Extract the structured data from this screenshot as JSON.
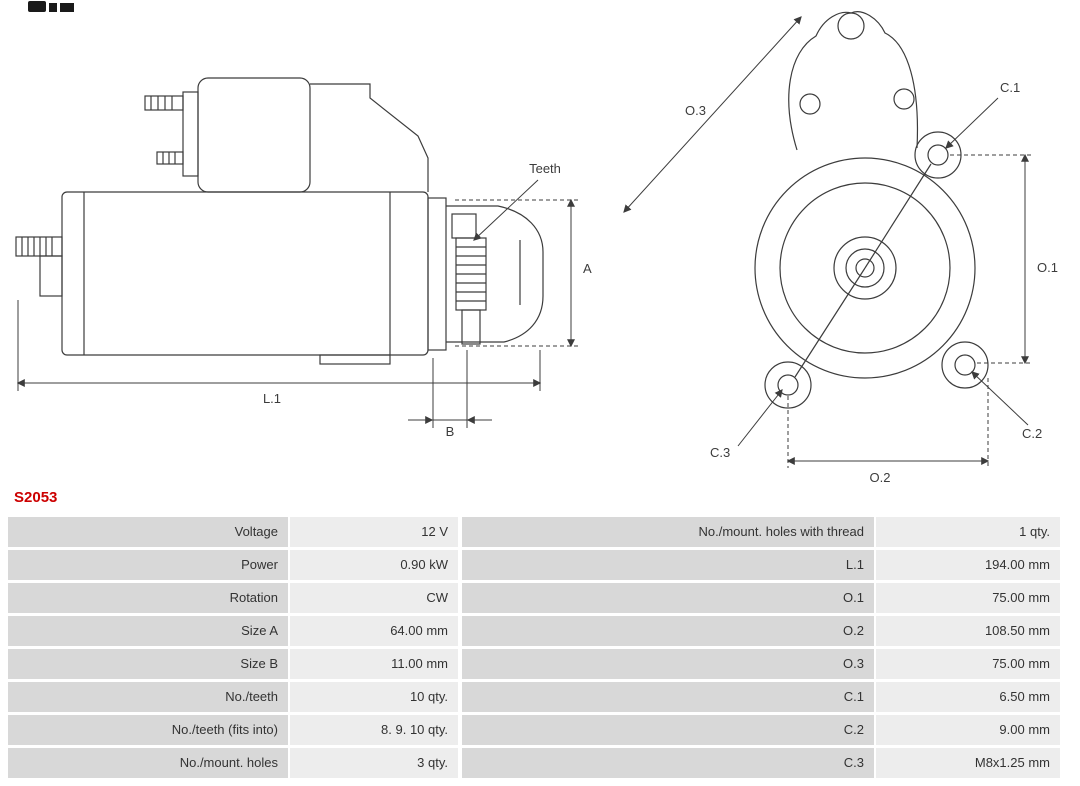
{
  "part_number": "S2053",
  "diagram": {
    "labels": {
      "teeth": "Teeth",
      "a": "A",
      "b": "B",
      "l1": "L.1",
      "o1": "O.1",
      "o2": "O.2",
      "o3": "O.3",
      "c1": "C.1",
      "c2": "C.2",
      "c3": "C.3"
    }
  },
  "spec_table": {
    "left": [
      {
        "label": "Voltage",
        "value": "12 V"
      },
      {
        "label": "Power",
        "value": "0.90 kW"
      },
      {
        "label": "Rotation",
        "value": "CW"
      },
      {
        "label": "Size A",
        "value": "64.00 mm"
      },
      {
        "label": "Size B",
        "value": "11.00 mm"
      },
      {
        "label": "No./teeth",
        "value": "10 qty."
      },
      {
        "label": "No./teeth (fits into)",
        "value": "8. 9. 10 qty."
      },
      {
        "label": "No./mount. holes",
        "value": "3 qty."
      }
    ],
    "right": [
      {
        "label": "No./mount. holes with thread",
        "value": "1 qty."
      },
      {
        "label": "L.1",
        "value": "194.00 mm"
      },
      {
        "label": "O.1",
        "value": "75.00 mm"
      },
      {
        "label": "O.2",
        "value": "108.50 mm"
      },
      {
        "label": "O.3",
        "value": "75.00 mm"
      },
      {
        "label": "C.1",
        "value": "6.50 mm"
      },
      {
        "label": "C.2",
        "value": "9.00 mm"
      },
      {
        "label": "C.3",
        "value": "M8x1.25 mm"
      }
    ]
  },
  "colors": {
    "part_number": "#cc0000",
    "label_cell_bg": "#d8d8d8",
    "value_cell_bg": "#ededed",
    "line": "#3c3c3c"
  }
}
